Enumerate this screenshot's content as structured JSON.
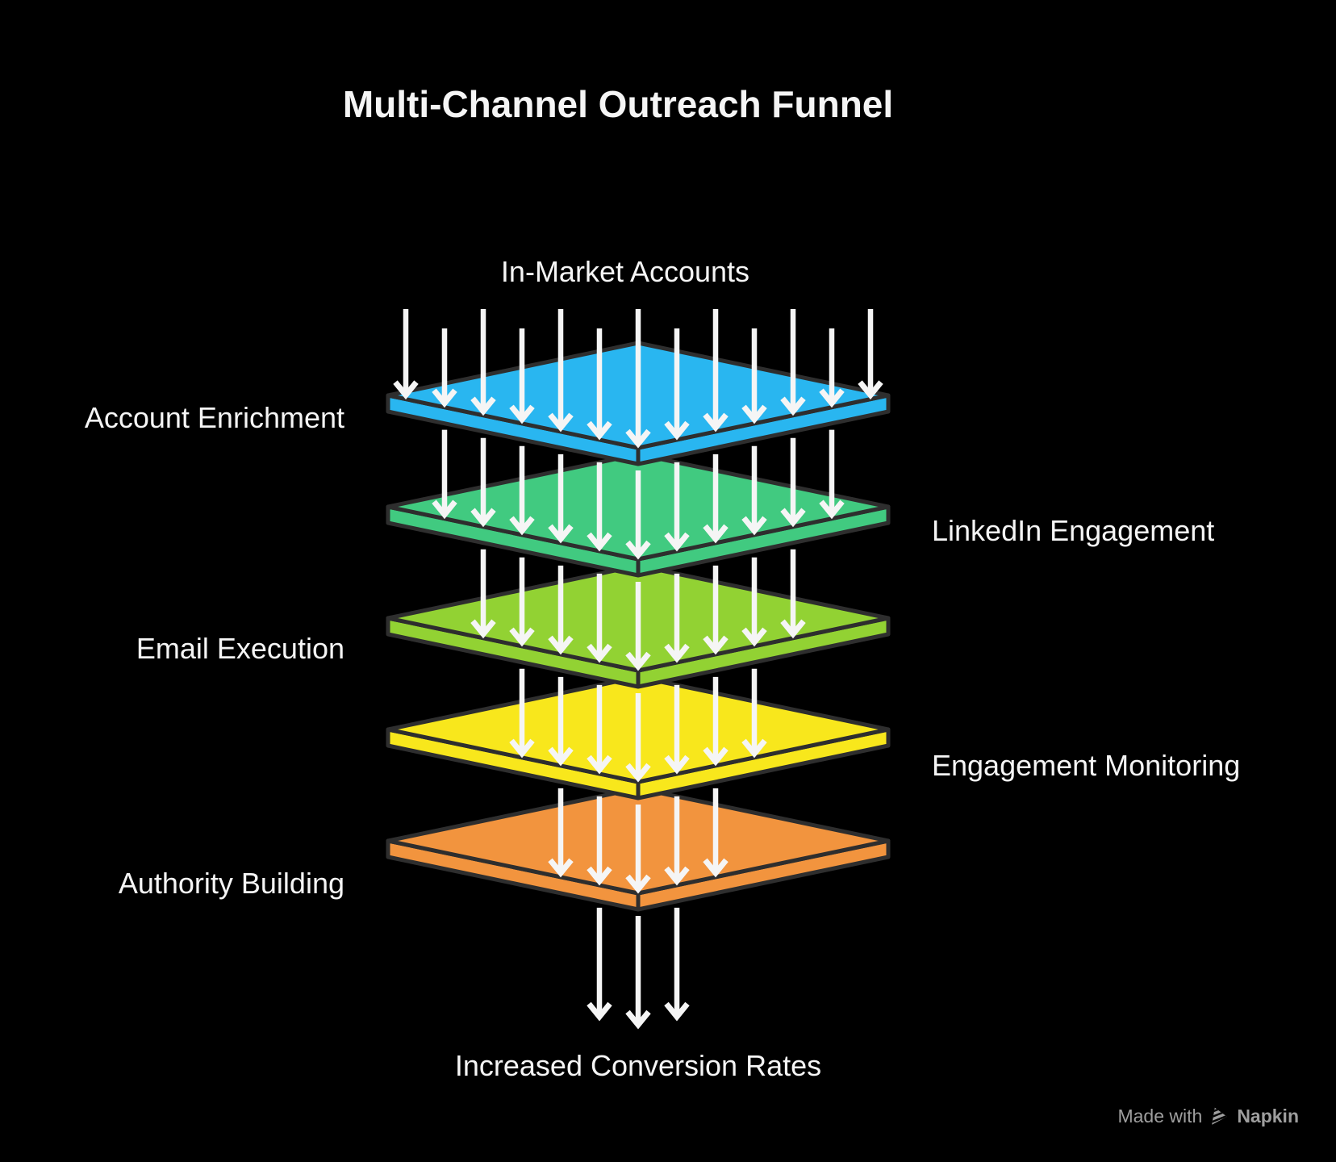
{
  "title": "Multi-Channel Outreach Funnel",
  "funnel": {
    "input_label": "In-Market Accounts",
    "output_label": "Increased Conversion Rates",
    "layers": [
      {
        "label": "Account Enrichment",
        "side": "left",
        "color": "#29b6f0"
      },
      {
        "label": "LinkedIn Engagement",
        "side": "right",
        "color": "#41ca80"
      },
      {
        "label": "Email Execution",
        "side": "left",
        "color": "#92d233"
      },
      {
        "label": "Engagement Monitoring",
        "side": "right",
        "color": "#f8e71c"
      },
      {
        "label": "Authority Building",
        "side": "left",
        "color": "#f2943e"
      }
    ],
    "arrow_counts": [
      13,
      11,
      9,
      7,
      5,
      3
    ],
    "arrow_color": "#f5f5f5",
    "outline_color": "#2e2e2e",
    "background_color": "#000000"
  },
  "footer": {
    "made_with": "Made with",
    "brand": "Napkin",
    "logo": "napkin-striped-triangle-icon",
    "text_color": "#9e9e9e"
  }
}
